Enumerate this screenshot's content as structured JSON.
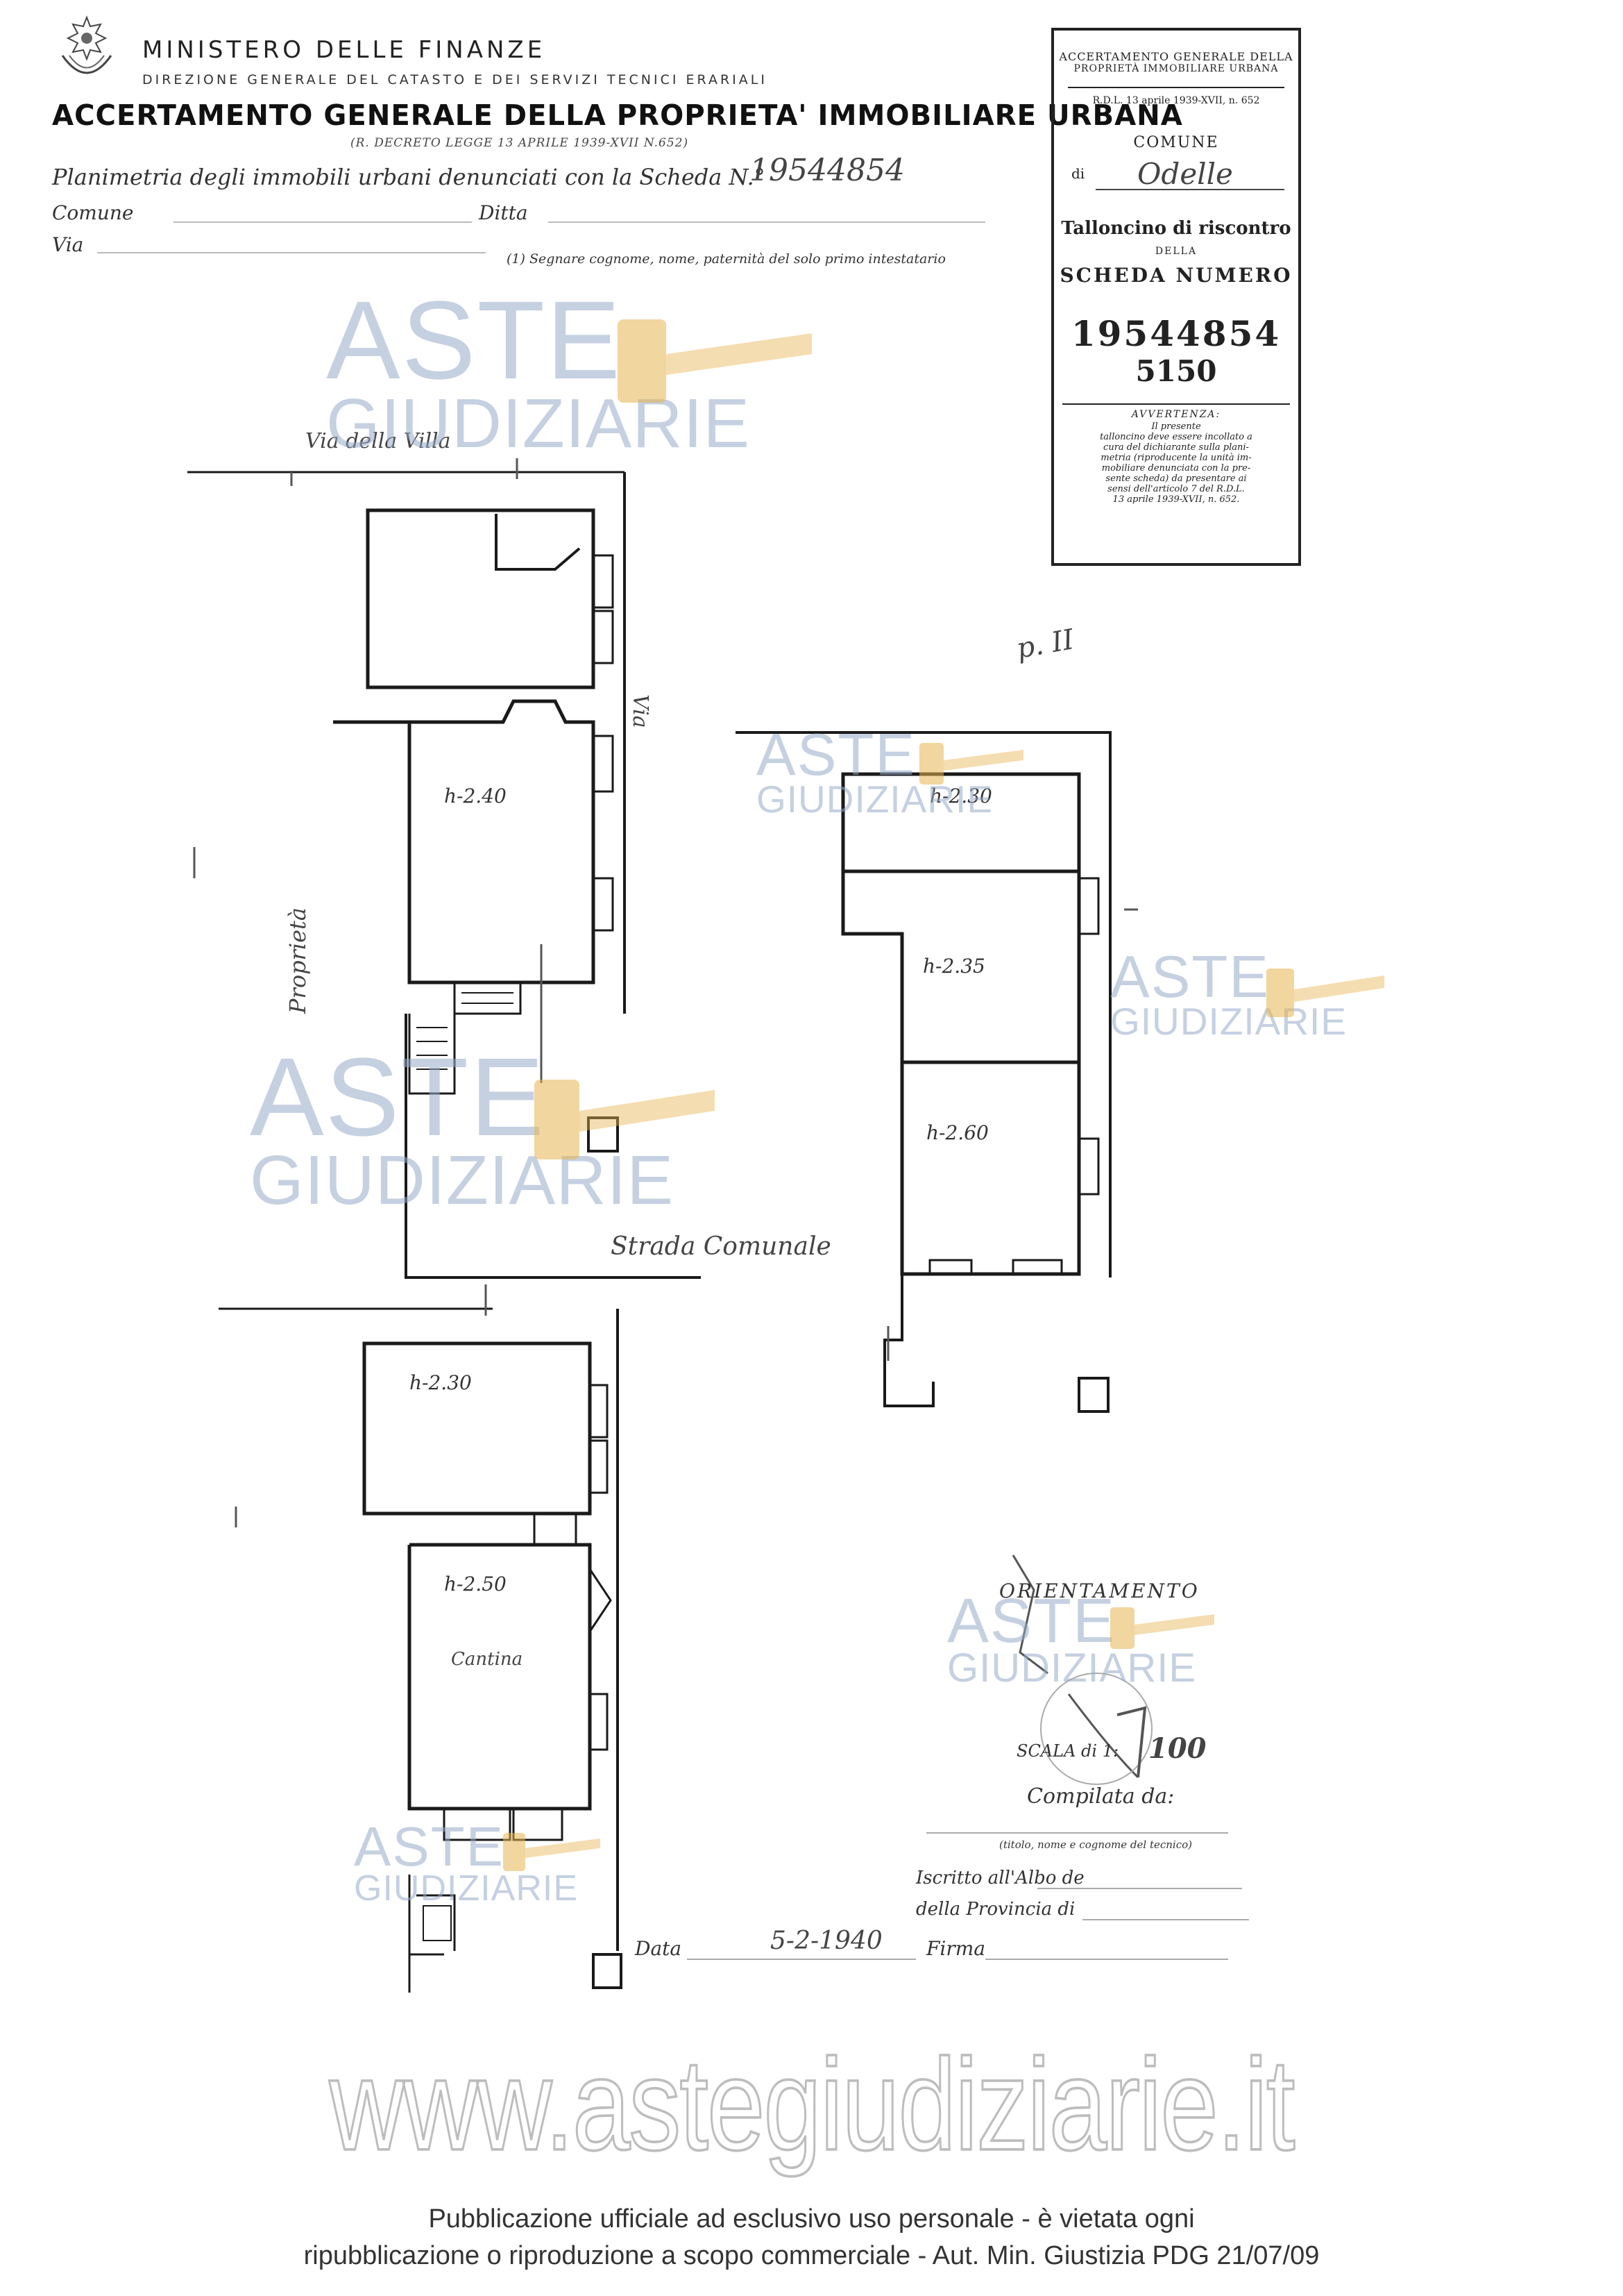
{
  "header": {
    "ministry": "MINISTERO DELLE FINANZE",
    "direction": "DIREZIONE GENERALE DEL CATASTO E DEI SERVIZI TECNICI ERARIALI",
    "title": "ACCERTAMENTO GENERALE DELLA PROPRIETA' IMMOBILIARE URBANA",
    "decree": "(R. DECRETO LEGGE 13 APRILE 1939-XVII N.652)"
  },
  "form": {
    "planimetry_label": "Planimetria degli immobili urbani denunciati con la Scheda N.°",
    "scheda_handwritten": "19544854",
    "comune_label": "Comune",
    "ditta_label": "Ditta",
    "via_label": "Via",
    "note": "(1) Segnare cognome, nome, paternità del solo primo intestatario"
  },
  "stub": {
    "line1": "ACCERTAMENTO GENERALE DELLA",
    "line2": "PROPRIETÀ IMMOBILIARE URBANA",
    "line3": "R.D.L. 13 aprile 1939-XVII, n. 652",
    "comune": "COMUNE",
    "di": "di",
    "comune_value": "Odelle",
    "talloncino": "Talloncino di riscontro",
    "della": "DELLA",
    "scheda": "SCHEDA NUMERO",
    "number": "19544854",
    "sub_number": "5150",
    "avvertenza_title": "AVVERTENZA:",
    "avvertenza_lines": [
      "Il presente",
      "talloncino deve essere incollato a",
      "cura del dichiarante sulla plani-",
      "metria (riproducente la unità im-",
      "mobiliare denunciata con la pre-",
      "sente scheda) da presentare ai",
      "sensi dell'articolo 7 del R.D.L.",
      "13 aprile 1939-XVII, n. 652."
    ]
  },
  "plan": {
    "street_top": "Via della Villa",
    "street_right": "Via",
    "street_bottom": "Strada Comunale",
    "side_label": "Proprietà",
    "floor_label": "p. II",
    "rooms": [
      "h-2.40",
      "h-2.30",
      "h-2.50",
      "h-2.30",
      "h-2.35",
      "h-2.60"
    ],
    "room_note": "Cantina"
  },
  "orientation": {
    "label": "ORIENTAMENTO",
    "scale_label": "SCALA di 1:",
    "scale_value": "100",
    "compilata": "Compilata da:",
    "compilata_hint": "(titolo, nome e cognome del tecnico)",
    "albo": "Iscritto all'Albo de",
    "provincia": "della Provincia di",
    "data_label": "Data",
    "data_value": "5-2-1940",
    "firma_label": "Firma"
  },
  "watermarks": {
    "aste": "ASTE",
    "giudiziarie": "GIUDIZIARIE"
  },
  "footer": {
    "url": "www.astegiudiziarie.it",
    "line1": "Pubblicazione ufficiale ad esclusivo uso personale - è vietata ogni",
    "line2": "ripubblicazione o riproduzione a scopo commerciale - Aut. Min. Giustizia PDG 21/07/09"
  },
  "colors": {
    "ink": "#222222",
    "watermark": "#96aac8",
    "gavel": "#e6b450"
  }
}
